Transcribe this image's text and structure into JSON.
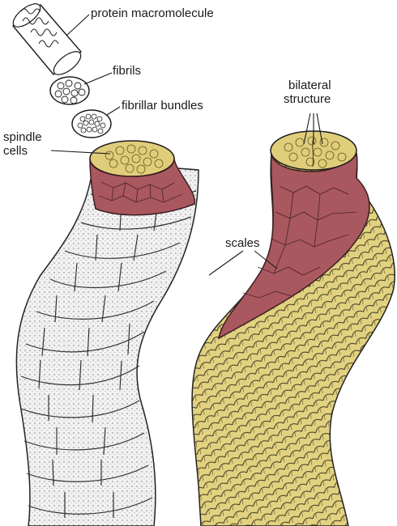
{
  "labels": {
    "protein_macromolecule": "protein macromolecule",
    "fibrils": "fibrils",
    "fibrillar_bundles": "fibrillar bundles",
    "spindle_cells_line1": "spindle",
    "spindle_cells_line2": "cells",
    "bilateral_structure_line1": "bilateral",
    "bilateral_structure_line2": "structure",
    "scales": "scales"
  },
  "colors": {
    "cortex_section": "#a8585e",
    "cortex_outline": "#5a2a30",
    "medulla_cells": "#ead98a",
    "cuticle_scales_colored": "#e2d17f",
    "cuticle_scales_sketch": "#ececec",
    "ink": "#1a1a1a"
  },
  "icons": {
    "macromolecule": "coiled-helix-cylinder-icon",
    "fibrils": "fibril-disc-icon",
    "bundles": "bundle-disc-icon"
  }
}
